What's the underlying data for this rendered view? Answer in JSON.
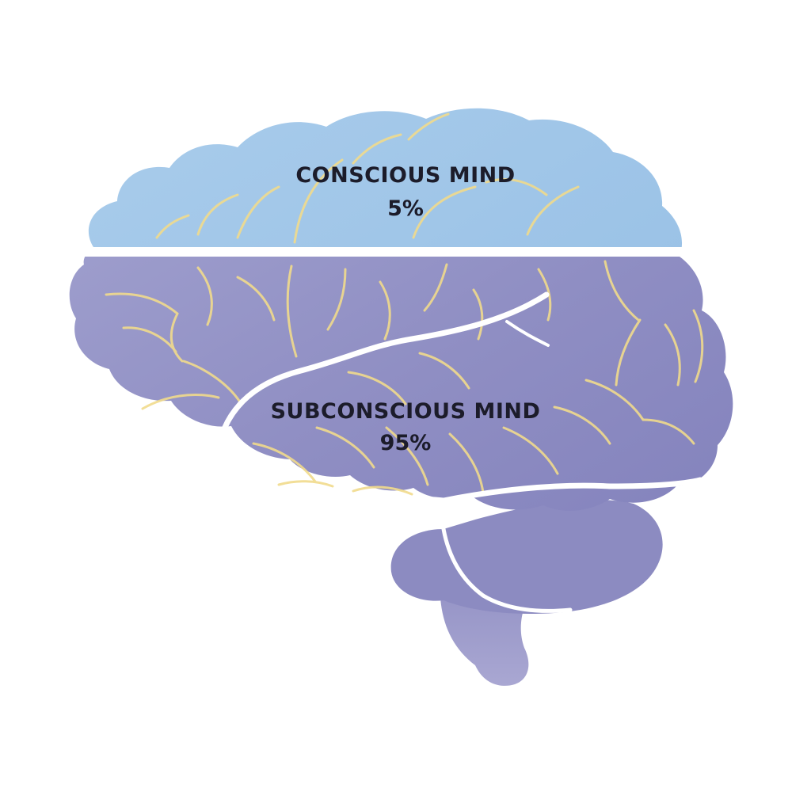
{
  "regions": [
    {
      "id": "conscious",
      "name": "CONSCIOUS MIND",
      "percent_label": "5%",
      "share": 5,
      "color": "#9fc4e6"
    },
    {
      "id": "subconscious",
      "name": "SUBCONSCIOUS MIND",
      "percent_label": "95%",
      "share": 95,
      "color": "#9594c6"
    }
  ],
  "colors": {
    "background": "#ffffff",
    "vein": "#f1db8c",
    "fold_line": "#ffffff",
    "text": "#1c1c2a"
  },
  "icons": {
    "brain": "brain-illustration"
  }
}
